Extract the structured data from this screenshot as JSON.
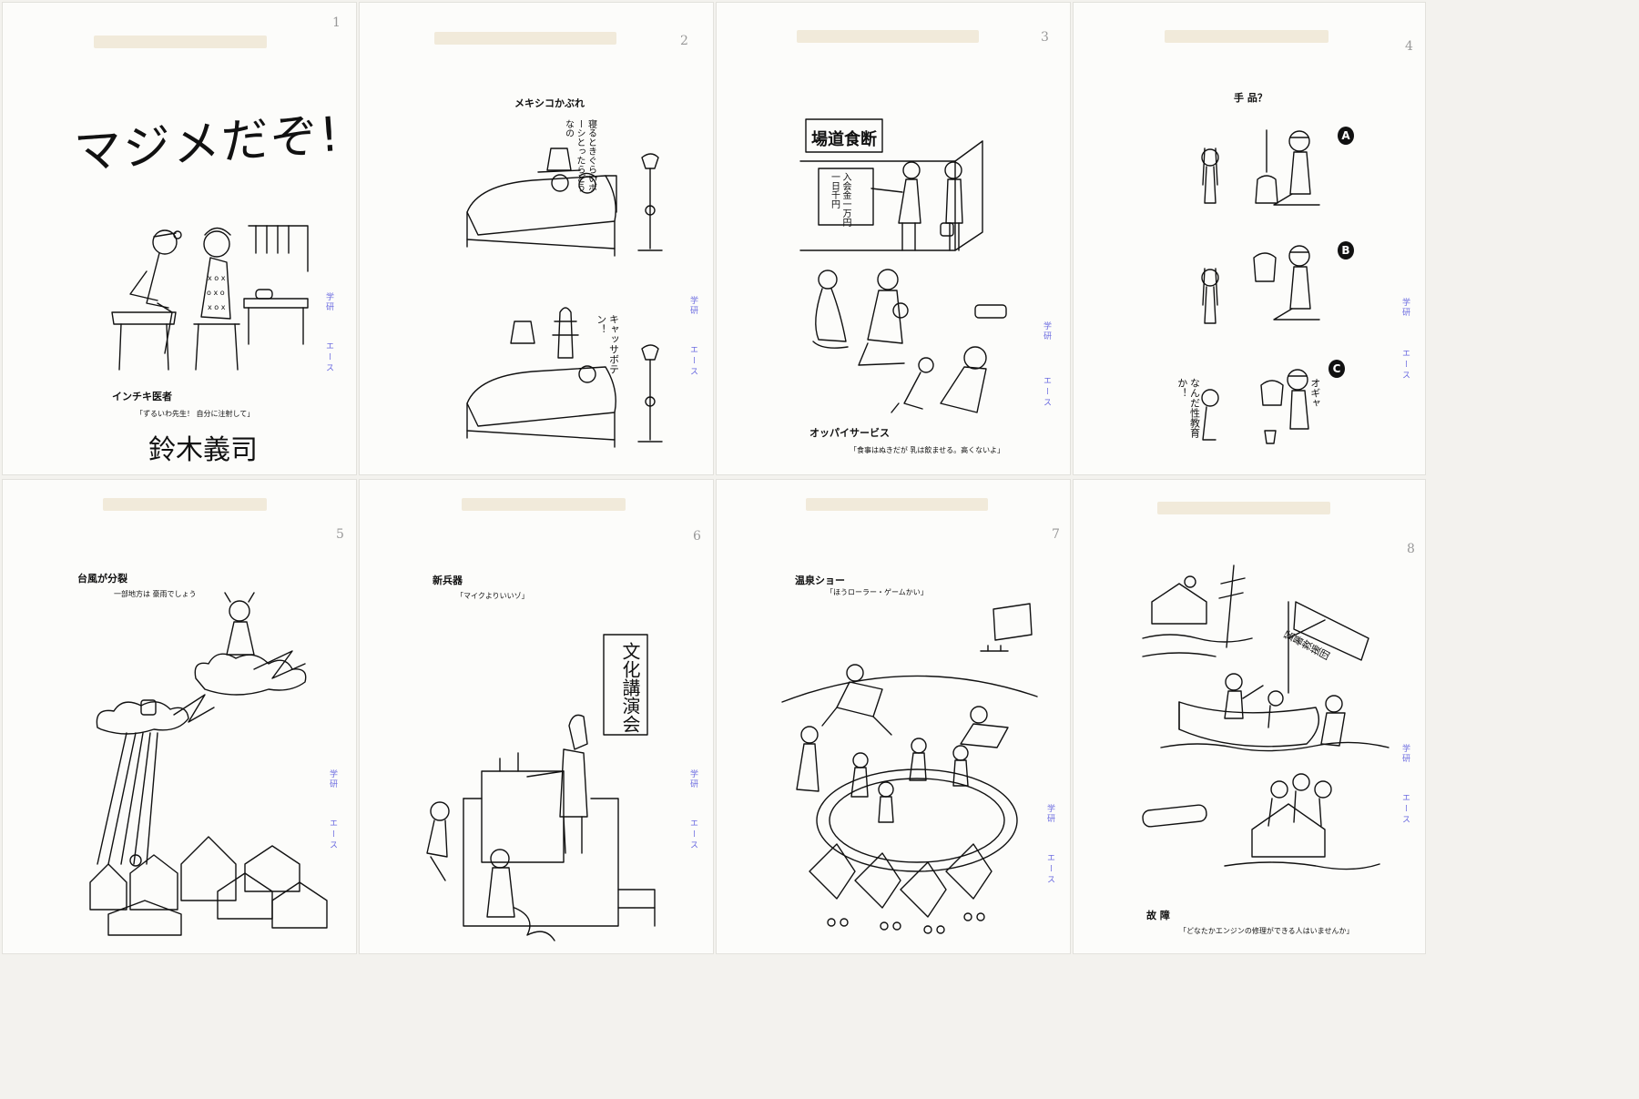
{
  "stamps": {
    "gakken": "学研",
    "ace": "エース"
  },
  "page_numbers": [
    "1",
    "2",
    "3",
    "4",
    "5",
    "6",
    "7",
    "8"
  ],
  "panel1": {
    "title": "マジメだぞ!",
    "cartoon_title": "インチキ医者",
    "caption": "「ずるいわ先生！ 自分に注射して」",
    "signature": "鈴木義司"
  },
  "panel2": {
    "title": "メキシコかぶれ",
    "bubble1": "寝るときぐらいボーシとったらどうなの",
    "bubble2": "キャッサボテン！"
  },
  "panel3": {
    "sign_board": "場道食断",
    "notice": "入会金一万円 一日千円",
    "title": "オッパイサービス",
    "caption": "「食事はぬきだが 乳は飲ませる。高くないよ」"
  },
  "panel4": {
    "title": "手 品？",
    "badges": [
      "A",
      "B",
      "C"
    ],
    "bubble_left": "なんだ性教育か！",
    "bubble_right": "オギャ"
  },
  "panel5": {
    "title": "台風が分裂",
    "caption": "一部地方は 豪雨でしょう"
  },
  "panel6": {
    "title": "新兵器",
    "caption": "「マイクよりいいゾ」",
    "banner": "文化講演会"
  },
  "panel7": {
    "title": "温泉ショー",
    "caption": "「ほうローラー・ゲームかい」"
  },
  "panel8": {
    "banner": "猛暑救援団",
    "title": "故 障",
    "caption": "「どなたかエンジンの修理ができる人はいませんか」"
  }
}
